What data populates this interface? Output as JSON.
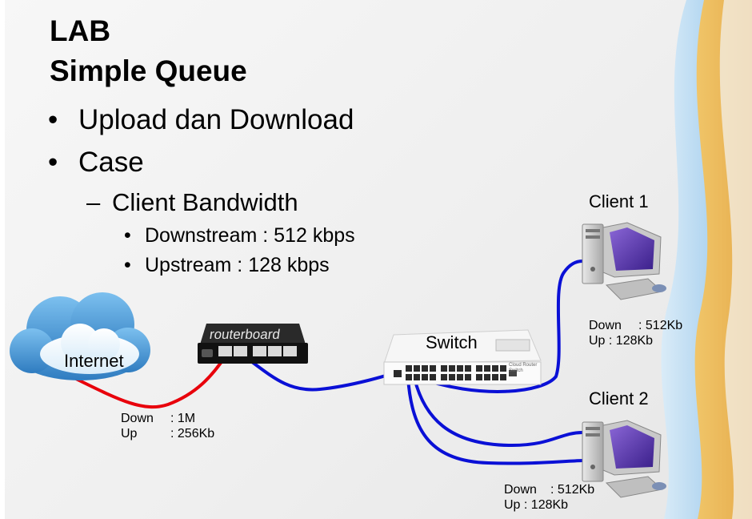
{
  "slide": {
    "title_line1": "LAB",
    "title_line2": "Simple Queue",
    "bullets": [
      {
        "marker": "•",
        "text": "Upload dan Download"
      },
      {
        "marker": "•",
        "text": "Case"
      }
    ],
    "sub_bullet": {
      "marker": "–",
      "text": "Client Bandwidth"
    },
    "sub_sub_bullets": [
      {
        "marker": "•",
        "text": "Downstream : 512 kbps"
      },
      {
        "marker": "•",
        "text": "Upstream : 128 kbps"
      }
    ]
  },
  "diagram": {
    "internet_label": "Internet",
    "router_brand": "routerboard",
    "switch_label": "Switch",
    "switch_brand": "Cloud Router Switch",
    "client1_label": "Client 1",
    "client2_label": "Client 2",
    "uplink": {
      "down_key": "Down",
      "down_val": ": 1M",
      "up_key": "Up",
      "up_val": ": 256Kb"
    },
    "client1_limits": {
      "down_key": "Down",
      "down_val": ": 512Kb",
      "up_line": "Up : 128Kb"
    },
    "client2_limits": {
      "down_key": "Down",
      "down_val": ": 512Kb",
      "up_line": "Up : 128Kb"
    }
  },
  "colors": {
    "wan_cable": "#e8000b",
    "lan_cable": "#0a10d6",
    "cloud_blue": "#3d8fd1",
    "accent_waves": "#f2b54a"
  }
}
